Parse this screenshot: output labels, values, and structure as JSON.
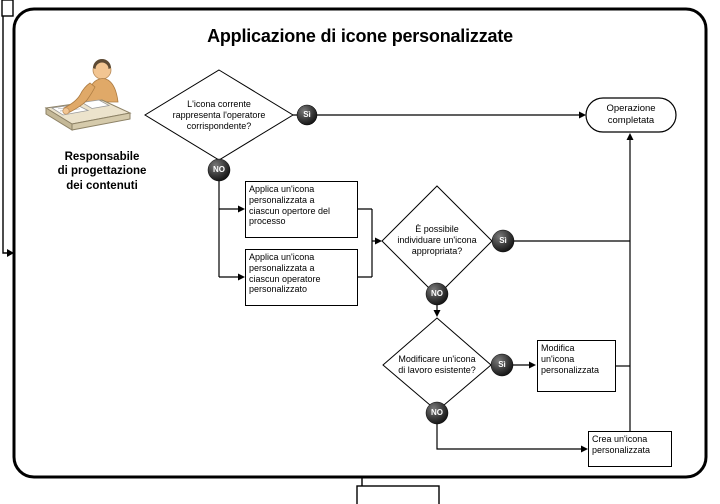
{
  "title": "Applicazione di icone personalizzate",
  "actor": {
    "label": "Responsabile\ndi progettazione\ndei contenuti"
  },
  "badges": {
    "yes": "Sì",
    "no": "NO"
  },
  "nodes": {
    "decision_current_icon": "L'icona corrente\nrappresenta l'operatore\ncorrispondente?",
    "process_apply_process_operator": "Applica un'icona\npersonalizzata a\nciascun opertore del\nprocesso",
    "process_apply_custom_operator": "Applica un'icona\npersonalizzata a\nciascun operatore\npersonalizzato",
    "decision_find_icon": "È possibile\nindividuare un'icona\nappropriata?",
    "decision_modify_existing": "Modificare un'icona\ndi lavoro esistente?",
    "process_modify_icon": "Modifica\nun'icona\npersonalizzata",
    "process_create_icon": "Crea un'icona\npersonalizzata",
    "end_complete": "Operazione\ncompletata"
  },
  "colors": {
    "line": "#000000",
    "badge": "#2b2b2b",
    "background": "#ffffff"
  }
}
